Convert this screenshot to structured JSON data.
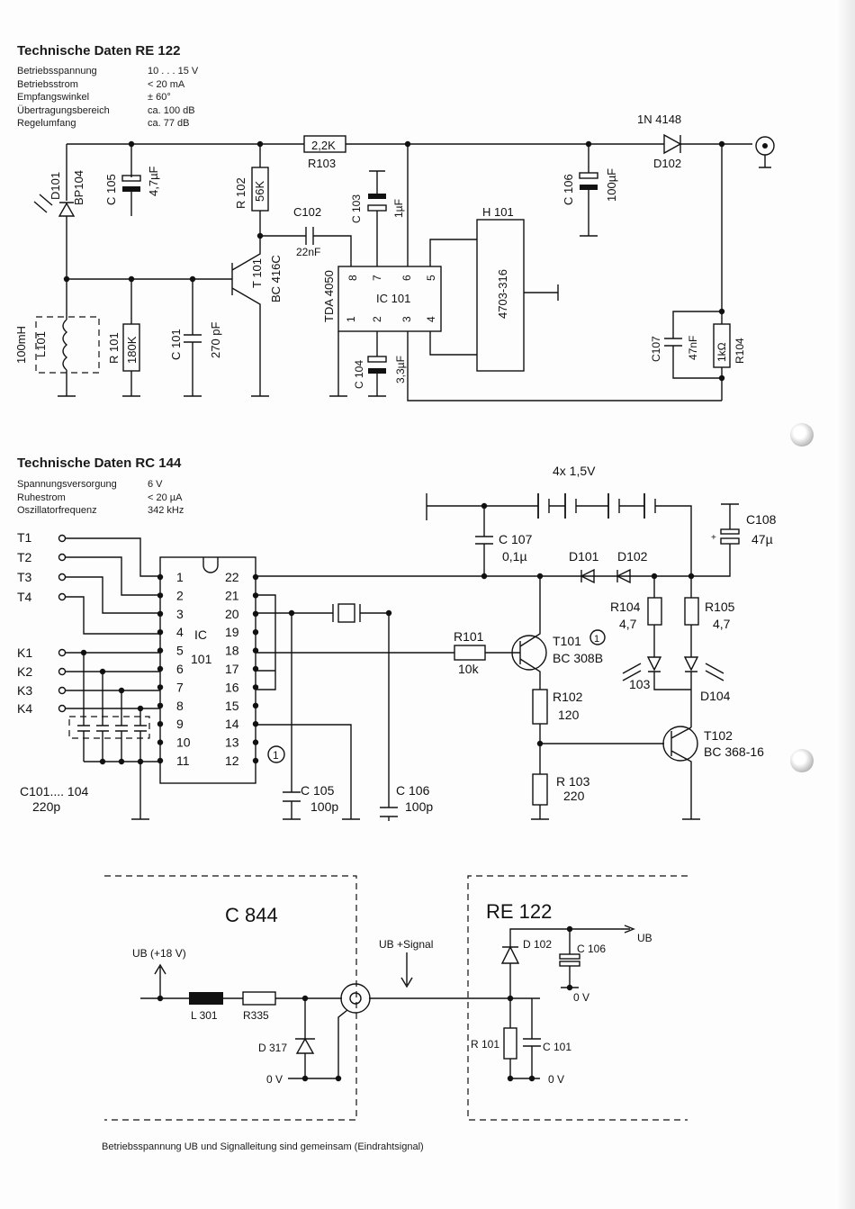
{
  "re122": {
    "title": "Technische Daten RE 122",
    "specs": [
      {
        "key": "Betriebsspannung",
        "value": "10 . . . 15 V"
      },
      {
        "key": "Betriebsstrom",
        "value": "< 20 mA"
      },
      {
        "key": "Empfangswinkel",
        "value": "± 60°"
      },
      {
        "key": "Übertragungsbereich",
        "value": "ca. 100 dB"
      },
      {
        "key": "Regelumfang",
        "value": "ca. 77 dB"
      }
    ],
    "labels": {
      "d101": "D101",
      "bp104": "BP104",
      "c105": "C 105",
      "c105v": "4,7µF",
      "r102": "R 102",
      "r102v": "56K",
      "r103v": "2,2K",
      "r103": "R103",
      "c102": "C102",
      "c102v": "22nF",
      "c103": "C 103",
      "c103v": "1µF",
      "h101": "H 101",
      "h101v": "4703-316",
      "ic": "IC 101",
      "tda": "TDA 4050",
      "p8": "8",
      "p7": "7",
      "p6": "6",
      "p5": "5",
      "p1": "1",
      "p2": "2",
      "p3": "3",
      "p4": "4",
      "c104": "C 104",
      "c104v": "3,3µF",
      "t101": "T 101",
      "bc416": "BC 416C",
      "l101": "L101",
      "l101v": "100mH",
      "r101": "R 101",
      "r101v": "180K",
      "c101": "C 101",
      "c101v": "270 pF",
      "in4148": "1N 4148",
      "d102": "D102",
      "c106": "C 106",
      "c106v": "100µF",
      "c107": "C107",
      "c107v": "47nF",
      "r104v": "1kΩ",
      "r104": "R104"
    }
  },
  "rc144": {
    "title": "Technische Daten RC 144",
    "specs": [
      {
        "key": "Spannungsversorgung",
        "value": "6 V"
      },
      {
        "key": "Ruhestrom",
        "value": "< 20 µA"
      },
      {
        "key": "Oszillatorfrequenz",
        "value": "342 kHz"
      }
    ],
    "labels": {
      "t1": "T1",
      "t2": "T2",
      "t3": "T3",
      "t4": "T4",
      "k1": "K1",
      "k2": "K2",
      "k3": "K3",
      "k4": "K4",
      "ic": "IC",
      "ic2": "101",
      "pins_left": [
        "1",
        "2",
        "3",
        "4",
        "5",
        "6",
        "7",
        "8",
        "9",
        "10",
        "11"
      ],
      "pins_right": [
        "22",
        "21",
        "20",
        "19",
        "18",
        "17",
        "16",
        "15",
        "14",
        "13",
        "12"
      ],
      "c101104": "C101.... 104",
      "c101104v": "220p",
      "c105": "C 105",
      "c105v": "100p",
      "c106": "C 106",
      "c106v": "100p",
      "bat": "4x 1,5V",
      "c107": "C 107",
      "c107v": "0,1µ",
      "c108": "C108",
      "c108v": "47µ",
      "d101": "D101",
      "d102": "D102",
      "r104": "R104",
      "r104v": "4,7",
      "r105": "R105",
      "r105v": "4,7",
      "r101": "R101",
      "r101v": "10k",
      "t101": "T101",
      "t101v": "BC 308B",
      "d103": "103",
      "d104": "D104",
      "r102": "R102",
      "r102v": "120",
      "r103": "R 103",
      "r103v": "220",
      "t102": "T102",
      "t102v": "BC 368-16",
      "circle1": "1"
    }
  },
  "bottom": {
    "c844": "C 844",
    "re122": "RE 122",
    "ub18": "UB (+18 V)",
    "ubsignal": "UB +Signal",
    "ub": "UB",
    "l301": "L 301",
    "r335": "R335",
    "d317": "D 317",
    "ov": "0 V",
    "d102": "D 102",
    "c106": "C 106",
    "r101": "R 101",
    "c101": "C 101",
    "footer": "Betriebsspannung UB und Signalleitung sind gemeinsam (Eindrahtsignal)"
  }
}
